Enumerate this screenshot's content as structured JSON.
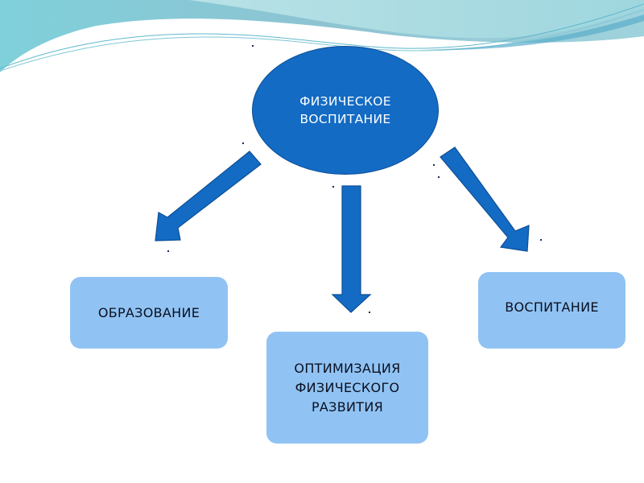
{
  "diagram": {
    "center_node": {
      "label": "ФИЗИЧЕСКОЕ\nВОСПИТАНИЕ"
    },
    "child_nodes": [
      {
        "label": "ОБРАЗОВАНИЕ"
      },
      {
        "label": "ОПТИМИЗАЦИЯ\nФИЗИЧЕСКОГО\nРАЗВИТИЯ"
      },
      {
        "label": "ВОСПИТАНИЕ"
      }
    ],
    "colors": {
      "center_fill": "#136bc4",
      "arrow_fill": "#136bc4",
      "box_fill": "#90c3f3",
      "wave_light": "#a6dbe2",
      "wave_mid": "#86c4d2"
    }
  }
}
